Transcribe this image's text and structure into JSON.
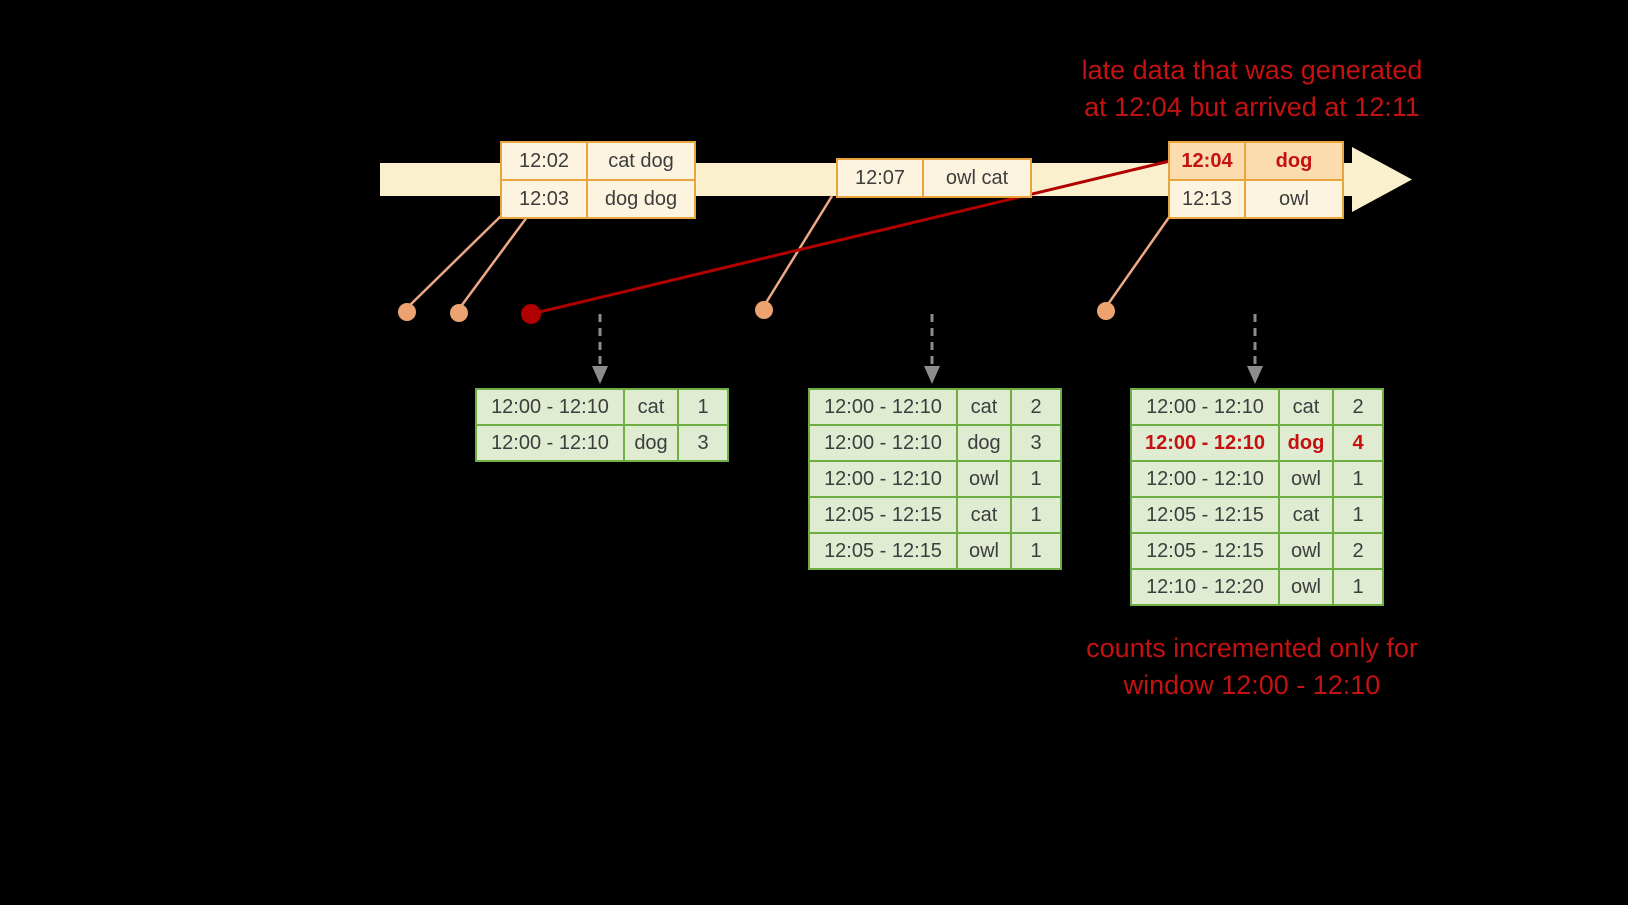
{
  "colors": {
    "background": "#000000",
    "red_accent": "#c41111",
    "red_line": "#b00000",
    "orange_border": "#e9a43e",
    "orange_fill": "#fdf4df",
    "late_row_fill": "#fbdcae",
    "timeline_fill": "#faf0cd",
    "connector_orange": "#eda36f",
    "green_border": "#6fae45",
    "green_fill": "#dfecd2",
    "arrow_gray": "#8c8c8c"
  },
  "annotations": {
    "late_data_line1": "late data that was generated",
    "late_data_line2": "at 12:04 but arrived at 12:11",
    "counts_line1": "counts incremented only for",
    "counts_line2": "window 12:00 - 12:10"
  },
  "events": {
    "batch1": {
      "rows": [
        {
          "time": "12:02",
          "words": "cat dog"
        },
        {
          "time": "12:03",
          "words": "dog dog"
        }
      ]
    },
    "batch2": {
      "rows": [
        {
          "time": "12:07",
          "words": "owl cat"
        }
      ]
    },
    "batch3": {
      "rows": [
        {
          "time": "12:04",
          "words": "dog"
        },
        {
          "time": "12:13",
          "words": "owl"
        }
      ]
    }
  },
  "results": {
    "table1": {
      "rows": [
        {
          "window": "12:00 - 12:10",
          "word": "cat",
          "count": "1"
        },
        {
          "window": "12:00 - 12:10",
          "word": "dog",
          "count": "3"
        }
      ]
    },
    "table2": {
      "rows": [
        {
          "window": "12:00 - 12:10",
          "word": "cat",
          "count": "2"
        },
        {
          "window": "12:00 - 12:10",
          "word": "dog",
          "count": "3"
        },
        {
          "window": "12:00 - 12:10",
          "word": "owl",
          "count": "1"
        },
        {
          "window": "12:05 - 12:15",
          "word": "cat",
          "count": "1"
        },
        {
          "window": "12:05 - 12:15",
          "word": "owl",
          "count": "1"
        }
      ]
    },
    "table3": {
      "rows": [
        {
          "window": "12:00 - 12:10",
          "word": "cat",
          "count": "2"
        },
        {
          "window": "12:00 - 12:10",
          "word": "dog",
          "count": "4"
        },
        {
          "window": "12:00 - 12:10",
          "word": "owl",
          "count": "1"
        },
        {
          "window": "12:05 - 12:15",
          "word": "cat",
          "count": "1"
        },
        {
          "window": "12:05 - 12:15",
          "word": "owl",
          "count": "2"
        },
        {
          "window": "12:10 - 12:20",
          "word": "owl",
          "count": "1"
        }
      ]
    }
  }
}
